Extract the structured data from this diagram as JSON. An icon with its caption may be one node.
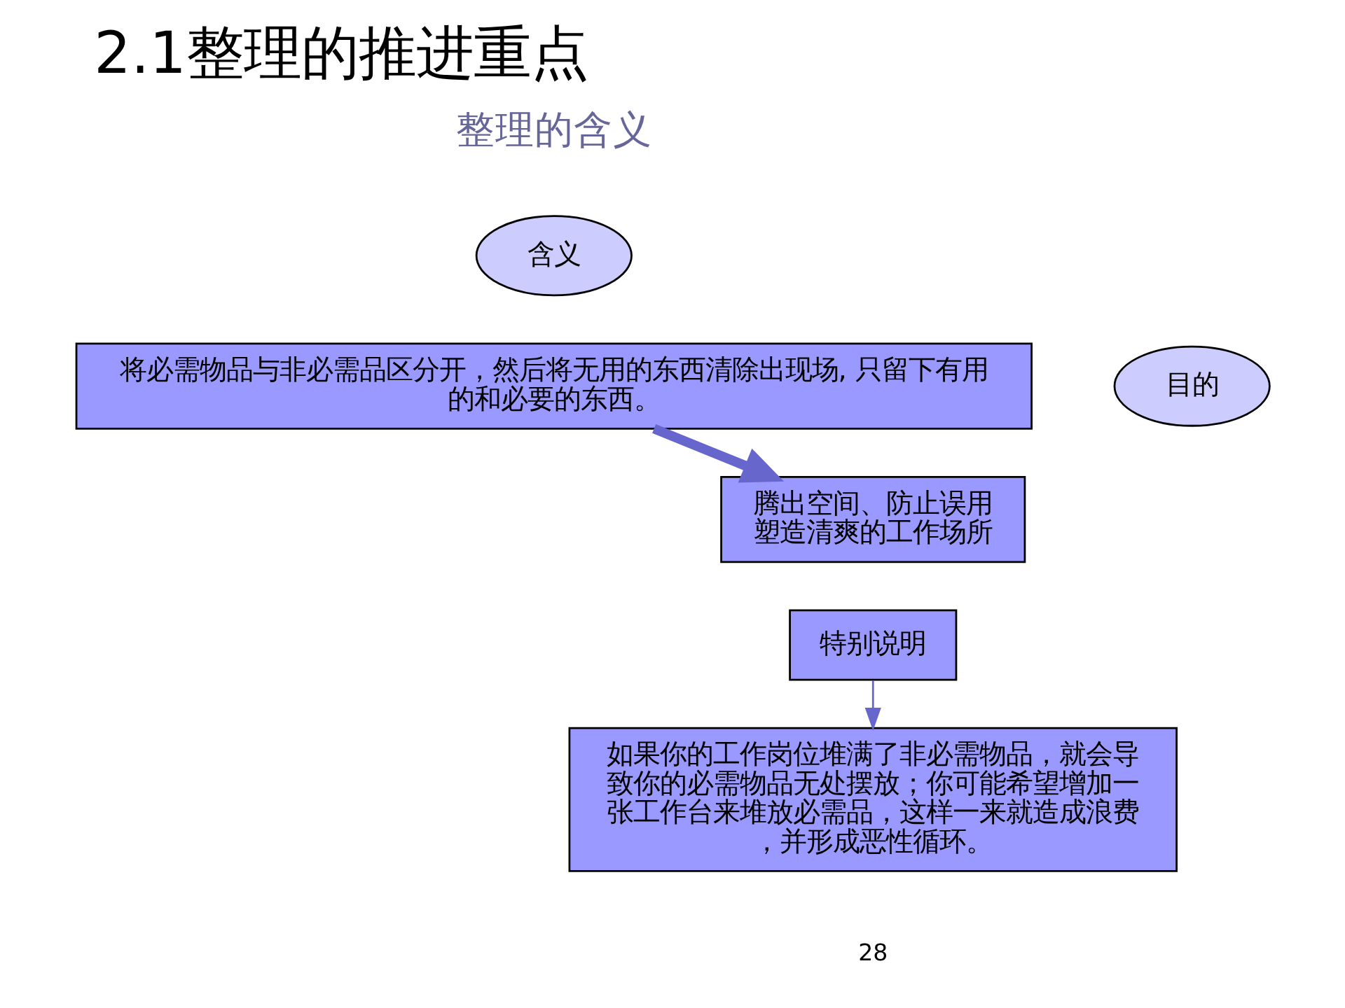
{
  "diagram": {
    "title": "2.1整理的推进重点",
    "nodes": [
      {
        "text": [
          "含义"
        ]
      },
      {
        "text": [
          "将必需物品与非必需品区分开，然后将无用的东西清除出现场, 只留下有用的和必要的东西。"
        ]
      },
      {
        "text": [
          "目的"
        ]
      },
      {
        "text": [
          "腾出空间、防止误用塑造清爽的工作场所"
        ]
      },
      {
        "text": [
          "特别说明"
        ]
      },
      {
        "text": [
          "如果你的工作岗位堆满了非必需物品，就会导致你的必需物品无处摆放；你可能希望增加一张工作台来堆放必需品，这样一来就造成浪费，并形成恶性循环。"
        ]
      }
    ],
    "edges": [
      {
        "from": 1,
        "to": 3,
        "arrow": "to",
        "style": "thick"
      },
      {
        "from": 4,
        "to": 5,
        "arrow": "to"
      }
    ],
    "labels": [
      "整理的含义",
      "28"
    ]
  }
}
